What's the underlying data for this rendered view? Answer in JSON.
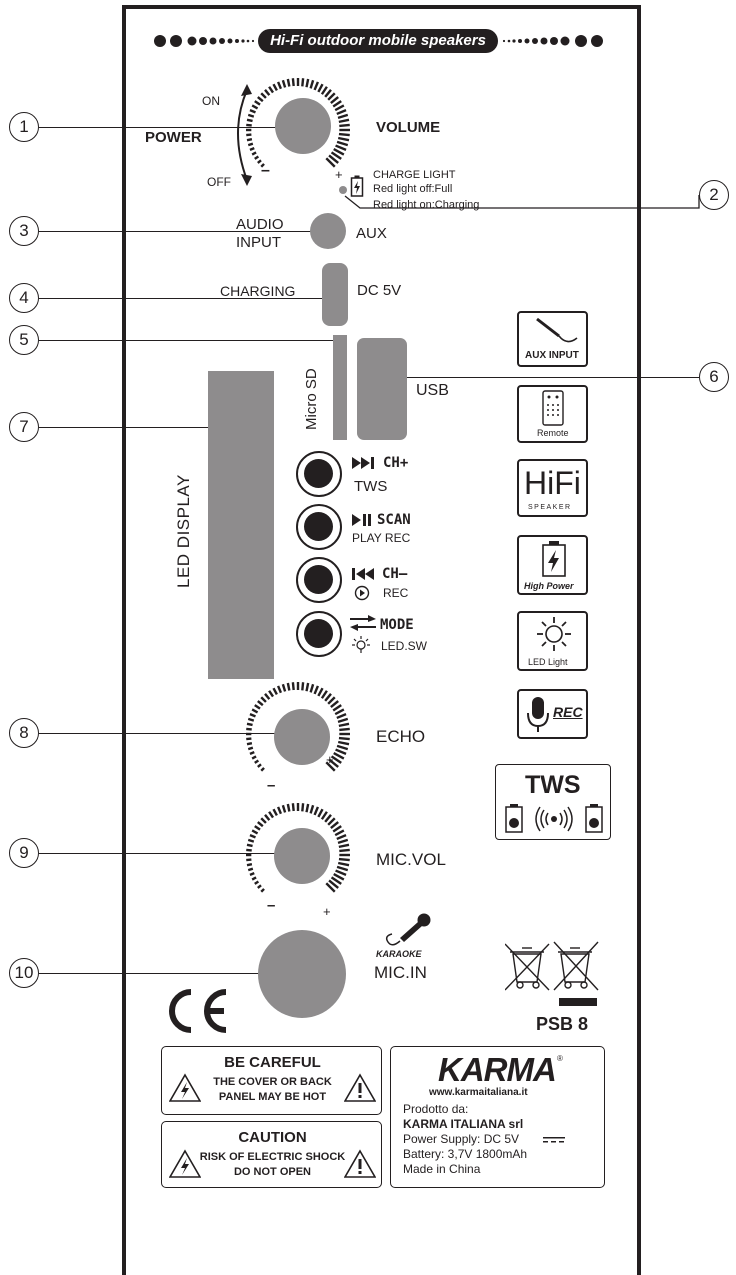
{
  "header": {
    "title": "Hi-Fi outdoor mobile speakers"
  },
  "callouts": [
    "1",
    "2",
    "3",
    "4",
    "5",
    "6",
    "7",
    "8",
    "9",
    "10"
  ],
  "power": {
    "label": "POWER",
    "on": "ON",
    "off": "OFF",
    "minus": "–",
    "volume": "VOLUME",
    "plus": "+"
  },
  "charge": {
    "title": "CHARGE LIGHT",
    "full": "Red light off:Full",
    "charging": "Red light on:Charging"
  },
  "audio": {
    "label_line1": "AUDIO",
    "label_line2": "INPUT",
    "aux": "AUX"
  },
  "charging": {
    "label": "CHARGING",
    "dc": "DC 5V"
  },
  "slots": {
    "microsd": "Micro SD",
    "usb": "USB"
  },
  "led_display": "LED DISPLAY",
  "buttons": [
    {
      "line1": "CH+",
      "line2": "TWS"
    },
    {
      "line1": "SCAN",
      "line2": "PLAY REC"
    },
    {
      "line1": "CH–",
      "line2": "REC"
    },
    {
      "line1": "MODE",
      "line2": "LED.SW"
    }
  ],
  "echo": {
    "label": "ECHO",
    "minus": "–",
    "plus": "+"
  },
  "micvol": {
    "label": "MIC.VOL",
    "minus": "–",
    "plus": "+"
  },
  "mic": {
    "karaoke": "KARAOKE",
    "label": "MIC.IN"
  },
  "features": {
    "aux": "AUX INPUT",
    "remote": "Remote",
    "hifi": "HiFi",
    "speaker": "SPEAKER",
    "power": "High Power",
    "led": "LED Light",
    "rec": "REC",
    "tws": "TWS"
  },
  "ce": "CE",
  "psb": "PSB 8",
  "warnings": {
    "careful_title": "BE CAREFUL",
    "careful_line1": "THE COVER OR BACK",
    "careful_line2": "PANEL MAY BE HOT",
    "caution_title": "CAUTION",
    "caution_line1": "RISK OF ELECTRIC SHOCK",
    "caution_line2": "DO NOT OPEN"
  },
  "brand": {
    "name": "KARMA",
    "reg": "®",
    "site": "www.karmaitaliana.it",
    "prodotto": "Prodotto da:",
    "company": "KARMA ITALIANA srl",
    "power_supply": "Power Supply: DC 5V",
    "battery": "Battery: 3,7V 1800mAh",
    "made": "Made in China"
  }
}
